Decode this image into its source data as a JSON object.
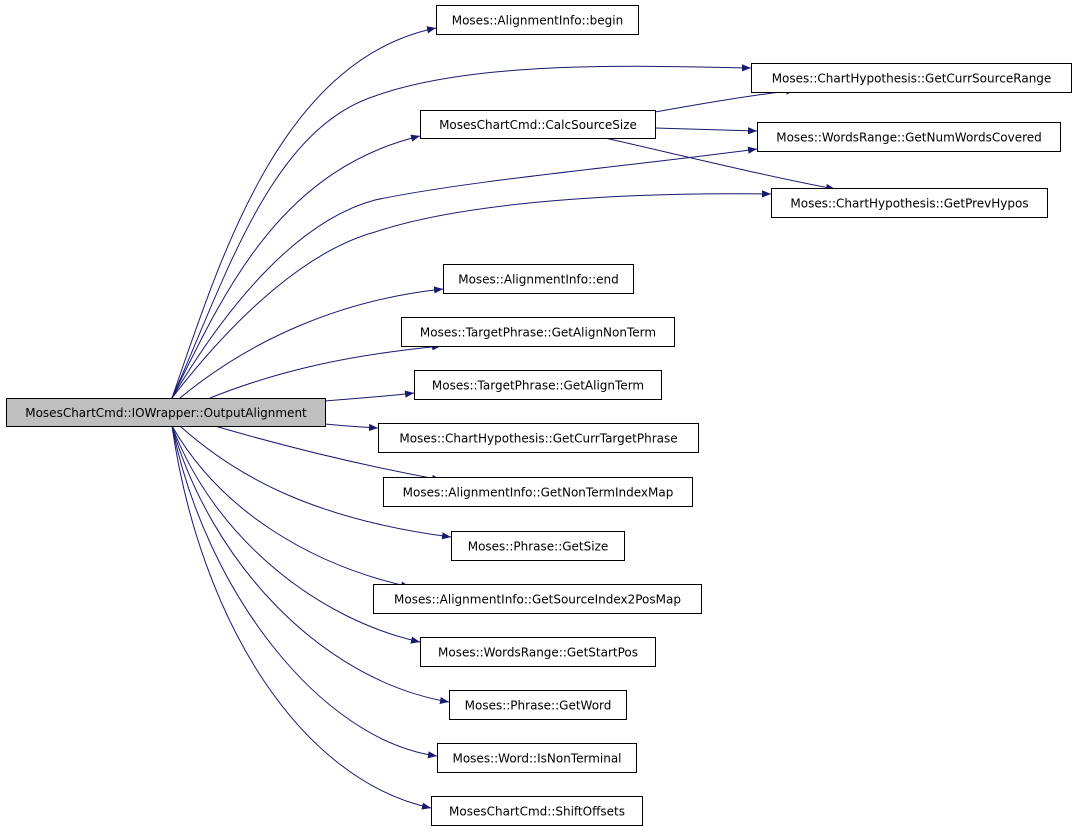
{
  "colors": {
    "edge": "#191970",
    "node_border": "#000000",
    "node_fill": "#ffffff",
    "root_fill": "#bfbfbf"
  },
  "nodes": [
    {
      "id": "root",
      "label": "MosesChartCmd::IOWrapper::OutputAlignment",
      "root": true
    },
    {
      "id": "ai_begin",
      "label": "Moses::AlignmentInfo::begin"
    },
    {
      "id": "ch_gcsr",
      "label": "Moses::ChartHypothesis::GetCurrSourceRange"
    },
    {
      "id": "calc",
      "label": "MosesChartCmd::CalcSourceSize"
    },
    {
      "id": "wr_gnwc",
      "label": "Moses::WordsRange::GetNumWordsCovered"
    },
    {
      "id": "ch_gph",
      "label": "Moses::ChartHypothesis::GetPrevHypos"
    },
    {
      "id": "ai_end",
      "label": "Moses::AlignmentInfo::end"
    },
    {
      "id": "tp_gant",
      "label": "Moses::TargetPhrase::GetAlignNonTerm"
    },
    {
      "id": "tp_gat",
      "label": "Moses::TargetPhrase::GetAlignTerm"
    },
    {
      "id": "ch_gctp",
      "label": "Moses::ChartHypothesis::GetCurrTargetPhrase"
    },
    {
      "id": "ai_gntim",
      "label": "Moses::AlignmentInfo::GetNonTermIndexMap"
    },
    {
      "id": "ph_gs",
      "label": "Moses::Phrase::GetSize"
    },
    {
      "id": "ai_gsi2pm",
      "label": "Moses::AlignmentInfo::GetSourceIndex2PosMap"
    },
    {
      "id": "wr_gsp",
      "label": "Moses::WordsRange::GetStartPos"
    },
    {
      "id": "ph_gw",
      "label": "Moses::Phrase::GetWord"
    },
    {
      "id": "w_int",
      "label": "Moses::Word::IsNonTerminal"
    },
    {
      "id": "shift",
      "label": "MosesChartCmd::ShiftOffsets"
    }
  ],
  "edges": [
    {
      "from": "root",
      "to": "ai_begin"
    },
    {
      "from": "root",
      "to": "ch_gcsr"
    },
    {
      "from": "root",
      "to": "calc"
    },
    {
      "from": "root",
      "to": "wr_gnwc"
    },
    {
      "from": "root",
      "to": "ch_gph"
    },
    {
      "from": "root",
      "to": "ai_end"
    },
    {
      "from": "root",
      "to": "tp_gant"
    },
    {
      "from": "root",
      "to": "tp_gat"
    },
    {
      "from": "root",
      "to": "ch_gctp"
    },
    {
      "from": "root",
      "to": "ai_gntim"
    },
    {
      "from": "root",
      "to": "ph_gs"
    },
    {
      "from": "root",
      "to": "ai_gsi2pm"
    },
    {
      "from": "root",
      "to": "wr_gsp"
    },
    {
      "from": "root",
      "to": "ph_gw"
    },
    {
      "from": "root",
      "to": "w_int"
    },
    {
      "from": "root",
      "to": "shift"
    },
    {
      "from": "calc",
      "to": "ch_gcsr"
    },
    {
      "from": "calc",
      "to": "wr_gnwc"
    },
    {
      "from": "calc",
      "to": "ch_gph"
    }
  ]
}
